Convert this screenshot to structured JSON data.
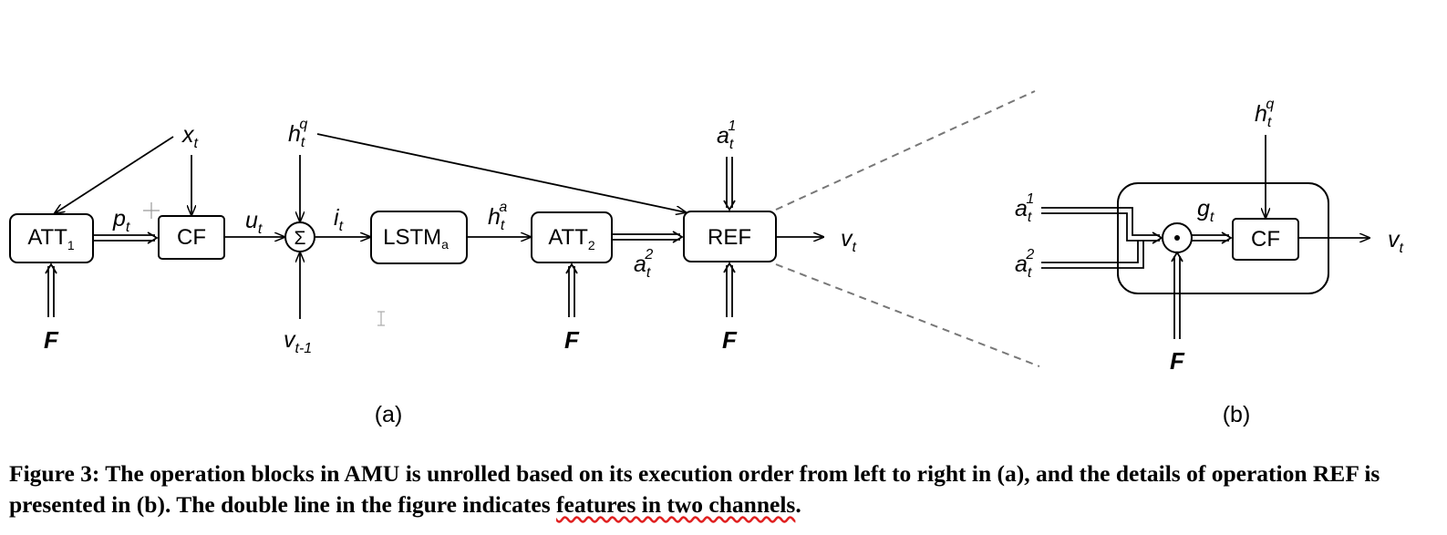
{
  "diagram_a": {
    "panel_label": "(a)",
    "blocks": {
      "att1": {
        "base": "ATT",
        "sub": "1"
      },
      "cf": "CF",
      "sum": "Σ",
      "lstm": {
        "base": "LSTM",
        "sub": "a"
      },
      "att2": {
        "base": "ATT",
        "sub": "2"
      },
      "ref": "REF"
    },
    "vars": {
      "x": {
        "base": "x",
        "sub": "t"
      },
      "p": {
        "base": "p",
        "sub": "t"
      },
      "u": {
        "base": "u",
        "sub": "t"
      },
      "hq": {
        "base": "h",
        "sub": "t",
        "sup": "q"
      },
      "i": {
        "base": "i",
        "sub": "t"
      },
      "ha": {
        "base": "h",
        "sub": "t",
        "sup": "a"
      },
      "a1": {
        "base": "a",
        "sub": "t",
        "sup": "1"
      },
      "a2": {
        "base": "a",
        "sub": "t",
        "sup": "2"
      },
      "v": {
        "base": "v",
        "sub": "t"
      },
      "vprev": {
        "base": "v",
        "sub": "t-1"
      },
      "F": "F"
    }
  },
  "diagram_b": {
    "panel_label": "(b)",
    "blocks": {
      "cf": "CF",
      "dot": "⊙"
    },
    "vars": {
      "hq": {
        "base": "h",
        "sub": "t",
        "sup": "q"
      },
      "a1": {
        "base": "a",
        "sub": "t",
        "sup": "1"
      },
      "a2": {
        "base": "a",
        "sub": "t",
        "sup": "2"
      },
      "g": {
        "base": "g",
        "sub": "t"
      },
      "v": {
        "base": "v",
        "sub": "t"
      },
      "F": "F"
    }
  },
  "caption": {
    "text_before": "Figure 3: The operation blocks in AMU is unrolled based on its execution order from left to right in (a), and the details of operation REF is presented in (b). The double line in the figure indicates ",
    "underlined": "features in two channels",
    "text_after": "."
  }
}
